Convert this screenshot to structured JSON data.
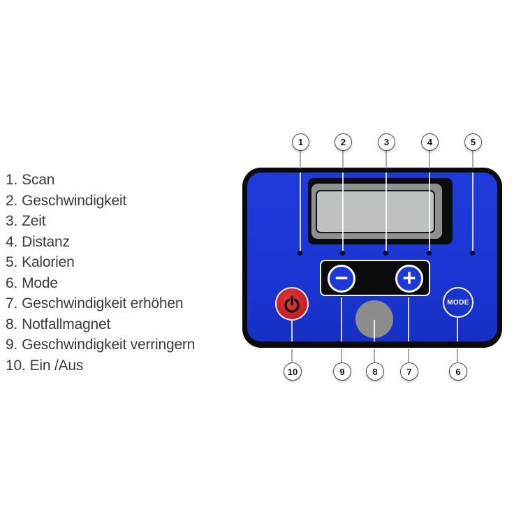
{
  "legend": {
    "items": [
      {
        "num": "1.",
        "label": "Scan"
      },
      {
        "num": "2.",
        "label": "Geschwindigkeit"
      },
      {
        "num": "3.",
        "label": "Zeit"
      },
      {
        "num": "4.",
        "label": "Distanz"
      },
      {
        "num": "5.",
        "label": "Kalorien"
      },
      {
        "num": "6.",
        "label": "Mode"
      },
      {
        "num": "7.",
        "label": "Geschwindigkeit erhöhen"
      },
      {
        "num": "8.",
        "label": "Notfallmagnet"
      },
      {
        "num": "9.",
        "label": "Geschwindigkeit verringern"
      },
      {
        "num": "10.",
        "label": "Ein /Aus"
      }
    ]
  },
  "panel": {
    "buttons": {
      "minus_label": "−",
      "plus_label": "+",
      "mode_label": "MODE"
    },
    "callouts_top": [
      "1",
      "2",
      "3",
      "4",
      "5"
    ],
    "callouts_bottom": [
      "10",
      "9",
      "8",
      "7",
      "6"
    ]
  },
  "icons": {
    "power": "⏻",
    "minus": "−",
    "plus": "+"
  },
  "colors": {
    "panel_blue": "#1b36d5",
    "panel_border_black": "#0a0a0a",
    "power_red": "#c91d23",
    "display_frame_gray": "#8f9190",
    "lcd_gray": "#bdc1bf",
    "magnet_gray": "#8c8c8c",
    "callout_line_gray": "#a9a9a9",
    "callout_line_white": "#ffffff",
    "text_dark": "#3b3b3b"
  }
}
